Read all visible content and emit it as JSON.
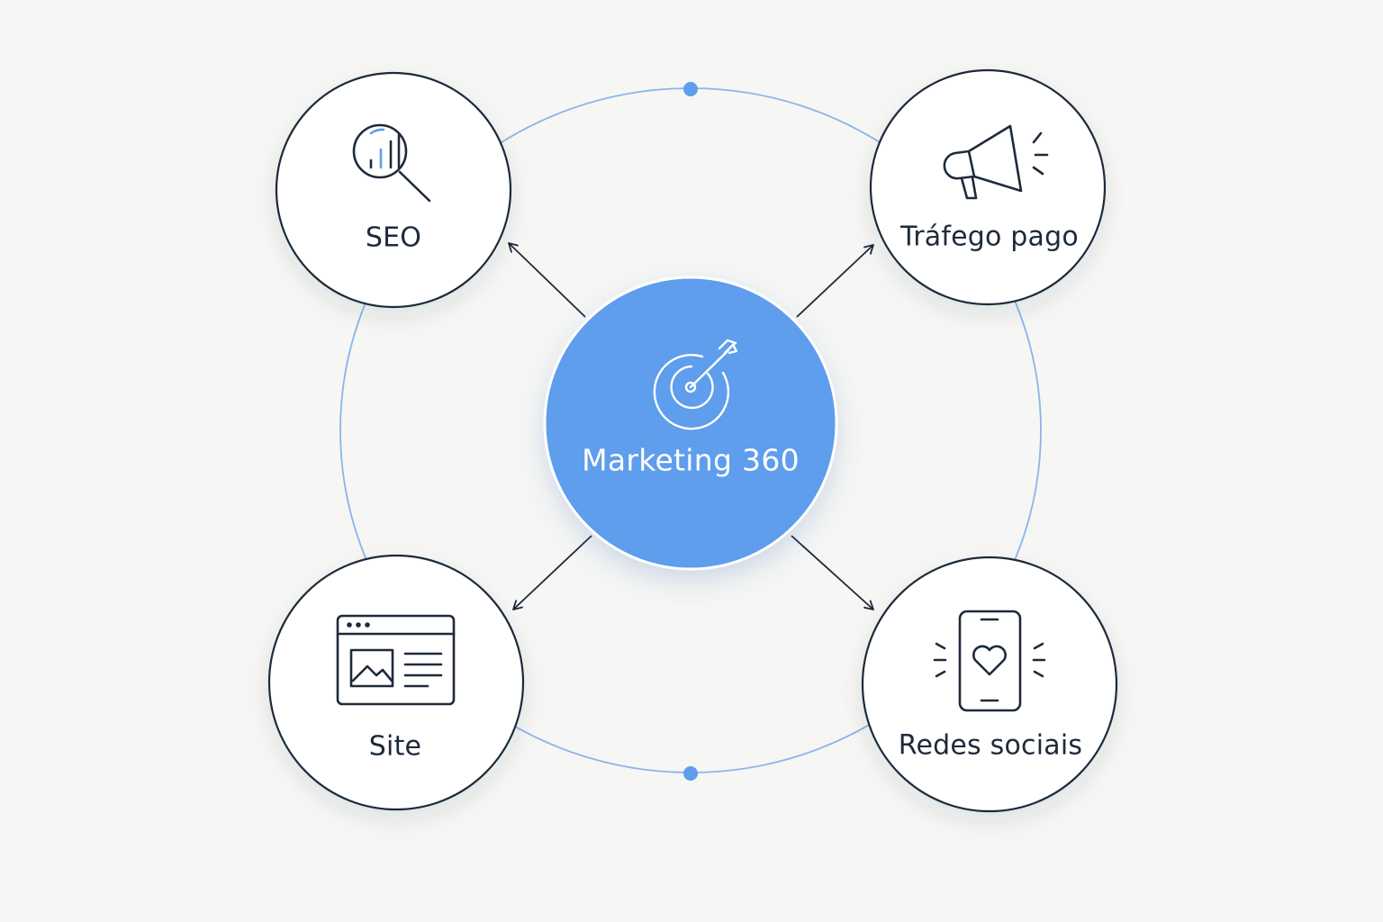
{
  "center": {
    "label": "Marketing 360",
    "icon": "target-arrow-icon",
    "color": "#5f9ded"
  },
  "nodes": [
    {
      "id": "seo",
      "label": "SEO",
      "icon": "seo-analytics-magnifier-icon"
    },
    {
      "id": "trafego",
      "label": "Tráfego pago",
      "icon": "megaphone-icon"
    },
    {
      "id": "site",
      "label": "Site",
      "icon": "browser-window-icon"
    },
    {
      "id": "redes",
      "label": "Redes sociais",
      "icon": "smartphone-heart-icon"
    }
  ],
  "colors": {
    "background": "#f6f6f4",
    "ring": "#8ab4ec",
    "ring_dot": "#5f9ded",
    "outline": "#1e2a3b"
  }
}
